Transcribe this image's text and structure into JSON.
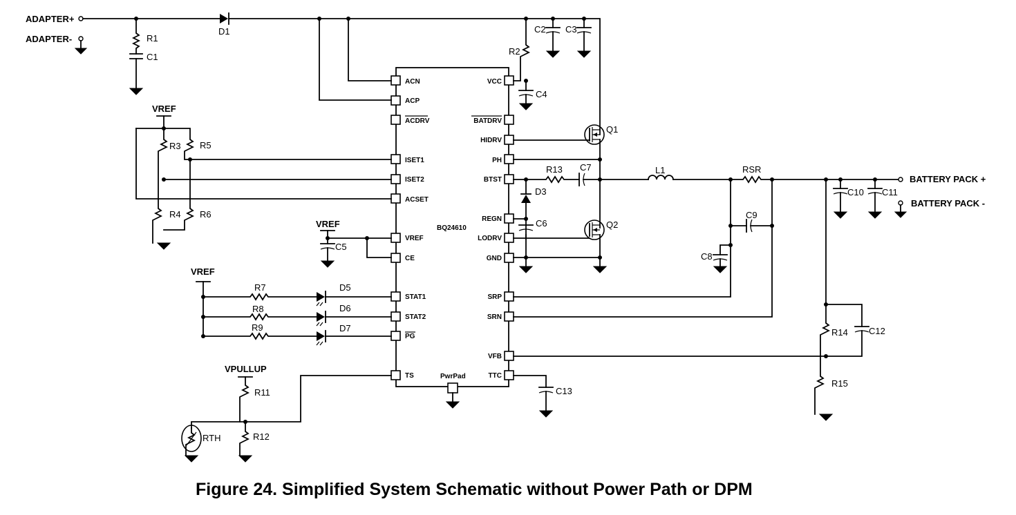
{
  "caption": "Figure 24.  Simplified System Schematic without Power Path or DPM",
  "ic": {
    "name": "BQ24610",
    "pins_left": [
      "ACN",
      "ACP",
      "ACDRV",
      "ISET1",
      "ISET2",
      "ACSET",
      "VREF",
      "CE",
      "STAT1",
      "STAT2",
      "PG",
      "TS"
    ],
    "pins_right": [
      "VCC",
      "BATDRV",
      "HIDRV",
      "PH",
      "BTST",
      "REGN",
      "LODRV",
      "GND",
      "SRP",
      "SRN",
      "VFB",
      "TTC"
    ],
    "pad": "PwrPad"
  },
  "terminals": {
    "adapter_pos": "ADAPTER+",
    "adapter_neg": "ADAPTER-",
    "battery_pos": "BATTERY PACK +",
    "battery_neg": "BATTERY PACK -"
  },
  "rails": {
    "vref1": "VREF",
    "vref2": "VREF",
    "vref3": "VREF",
    "vpullup": "VPULLUP"
  },
  "parts": {
    "D1": "D1",
    "R1": "R1",
    "C1": "C1",
    "R2": "R2",
    "C2": "C2",
    "C3": "C3",
    "C4": "C4",
    "R3": "R3",
    "R4": "R4",
    "R5": "R5",
    "R6": "R6",
    "C5": "C5",
    "R7": "R7",
    "R8": "R8",
    "R9": "R9",
    "D5": "D5",
    "D6": "D6",
    "D7": "D7",
    "R11": "R11",
    "R12": "R12",
    "RTH": "RTH",
    "Q1": "Q1",
    "Q2": "Q2",
    "R13": "R13",
    "C7": "C7",
    "D3": "D3",
    "C6": "C6",
    "L1": "L1",
    "RSR": "RSR",
    "C8": "C8",
    "C9": "C9",
    "C10": "C10",
    "C11": "C11",
    "C12": "C12",
    "C13": "C13",
    "R14": "R14",
    "R15": "R15"
  }
}
